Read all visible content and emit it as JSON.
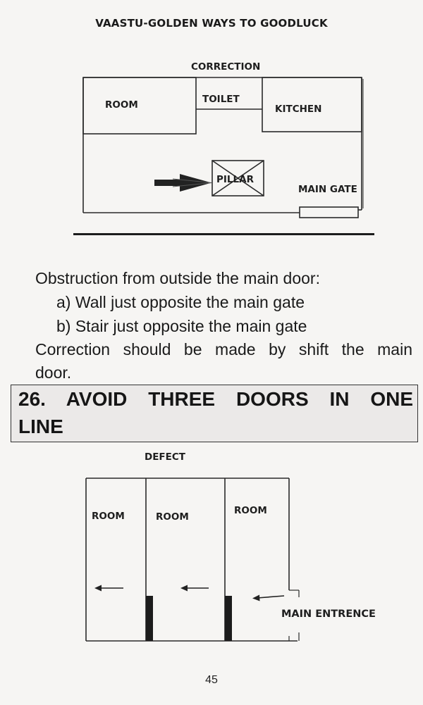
{
  "header": {
    "title": "VAASTU-GOLDEN WAYS TO GOODLUCK"
  },
  "correction_diagram": {
    "caption": "CORRECTION",
    "labels": {
      "room": "ROOM",
      "toilet": "TOILET",
      "kitchen": "KITCHEN",
      "pillar": "PILLAR",
      "main_gate": "MAIN GATE"
    }
  },
  "body": {
    "intro": "Obstruction from outside the main door:",
    "items": [
      "a)  Wall just opposite the main gate",
      "b)  Stair just opposite the main gate"
    ],
    "correction_line1": "Correction should be made by shift the main",
    "correction_line2": "door."
  },
  "section": {
    "number": "26.",
    "title_line1_words": [
      "AVOID",
      "THREE",
      "DOORS",
      "IN",
      "ONE"
    ],
    "title_line2": "LINE"
  },
  "defect_diagram": {
    "caption": "DEFECT",
    "rooms": [
      "ROOM",
      "ROOM",
      "ROOM"
    ],
    "main_entrance": "MAIN ENTRENCE"
  },
  "footer": {
    "page_number": "45"
  }
}
